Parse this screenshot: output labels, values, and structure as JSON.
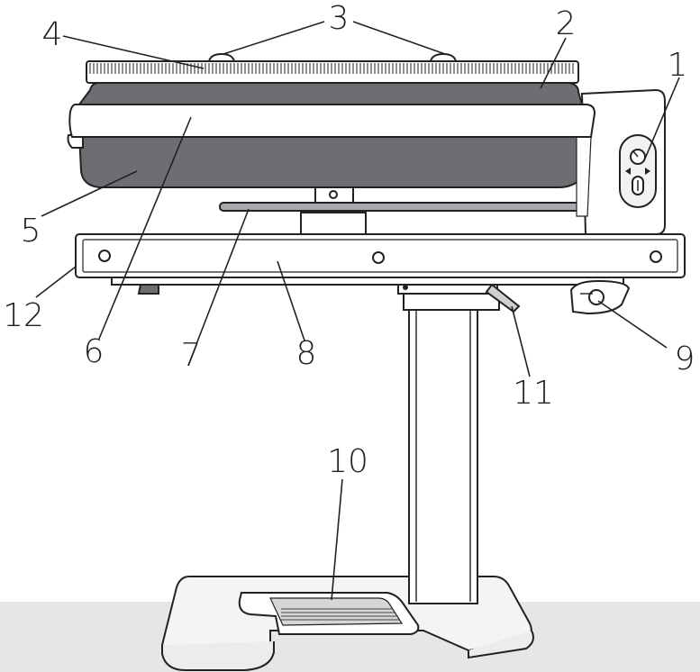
{
  "colors": {
    "background": "#ffffff",
    "floor": "#e6e6e6",
    "outline": "#222222",
    "dark_part": "#6d6e71",
    "bar": "#a7a9ac",
    "panel": "#f2f2f2"
  },
  "callouts": [
    {
      "id": "1",
      "label": "1"
    },
    {
      "id": "2",
      "label": "2"
    },
    {
      "id": "3",
      "label": "3"
    },
    {
      "id": "4",
      "label": "4"
    },
    {
      "id": "5",
      "label": "5"
    },
    {
      "id": "6",
      "label": "6"
    },
    {
      "id": "7",
      "label": "7"
    },
    {
      "id": "8",
      "label": "8"
    },
    {
      "id": "9",
      "label": "9"
    },
    {
      "id": "10",
      "label": "10"
    },
    {
      "id": "11",
      "label": "11"
    },
    {
      "id": "12",
      "label": "12"
    }
  ]
}
